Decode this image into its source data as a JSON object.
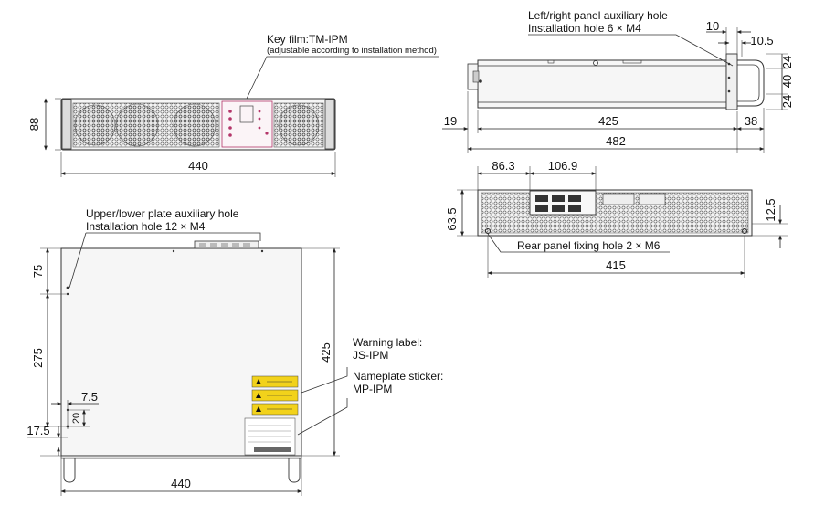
{
  "colors": {
    "background": "#ffffff",
    "line": "#222222",
    "panel_fill": "#f6f6f6",
    "mesh": "#555555",
    "keyfilm_accent": "#b4366a",
    "warning_yellow": "#f2d21b"
  },
  "front_view": {
    "width_dim": "440",
    "height_dim": "88",
    "key_film_label": "Key film:TM-IPM",
    "key_film_note": "(adjustable according to installation method)"
  },
  "side_view": {
    "aux_hole_label_1": "Left/right panel auxiliary hole",
    "aux_hole_label_2": "Installation hole 6 × M4",
    "dim_10": "10",
    "dim_10_5": "10.5",
    "dim_24_top": "24",
    "dim_40": "40",
    "dim_24_bottom": "24",
    "dim_19": "19",
    "dim_425": "425",
    "dim_38": "38",
    "dim_482": "482"
  },
  "rear_view": {
    "dim_86_3": "86.3",
    "dim_106_9": "106.9",
    "dim_63_5": "63.5",
    "dim_12_5": "12.5",
    "dim_415": "415",
    "fixing_hole_label": "Rear panel fixing hole 2 × M6"
  },
  "top_view": {
    "aux_hole_label_1": "Upper/lower plate auxiliary hole",
    "aux_hole_label_2": "Installation hole 12 × M4",
    "dim_75": "75",
    "dim_275": "275",
    "dim_7_5": "7.5",
    "dim_20": "20",
    "dim_17_5": "17.5",
    "dim_425": "425",
    "dim_440": "440",
    "warning_label_1": "Warning label:",
    "warning_label_2": "JS-IPM",
    "nameplate_label_1": "Nameplate sticker:",
    "nameplate_label_2": "MP-IPM"
  }
}
